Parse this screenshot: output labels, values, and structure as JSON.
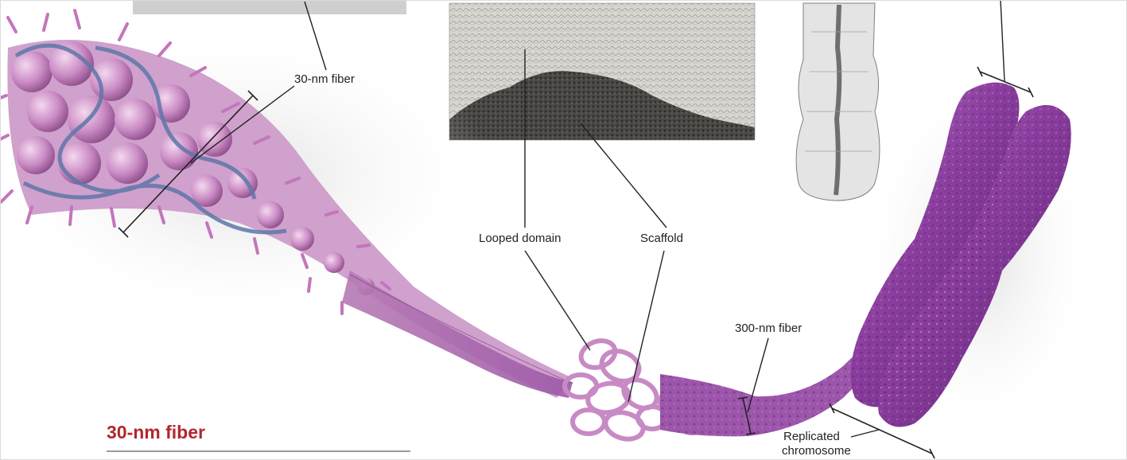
{
  "labels": {
    "thirty_nm_fiber": "30-nm fiber",
    "looped_domain": "Looped domain",
    "scaffold": "Scaffold",
    "three_hundred_nm_fiber": "300-nm fiber",
    "replicated_chromosome_line1": "Replicated",
    "replicated_chromosome_line2": "chromosome"
  },
  "panel_title": "30-nm fiber",
  "colors": {
    "fiber_pink": "#c88bc2",
    "fiber_blue": "#5e77a8",
    "chromosome_purple": "#8c3fa0",
    "title_red": "#b1272e"
  }
}
